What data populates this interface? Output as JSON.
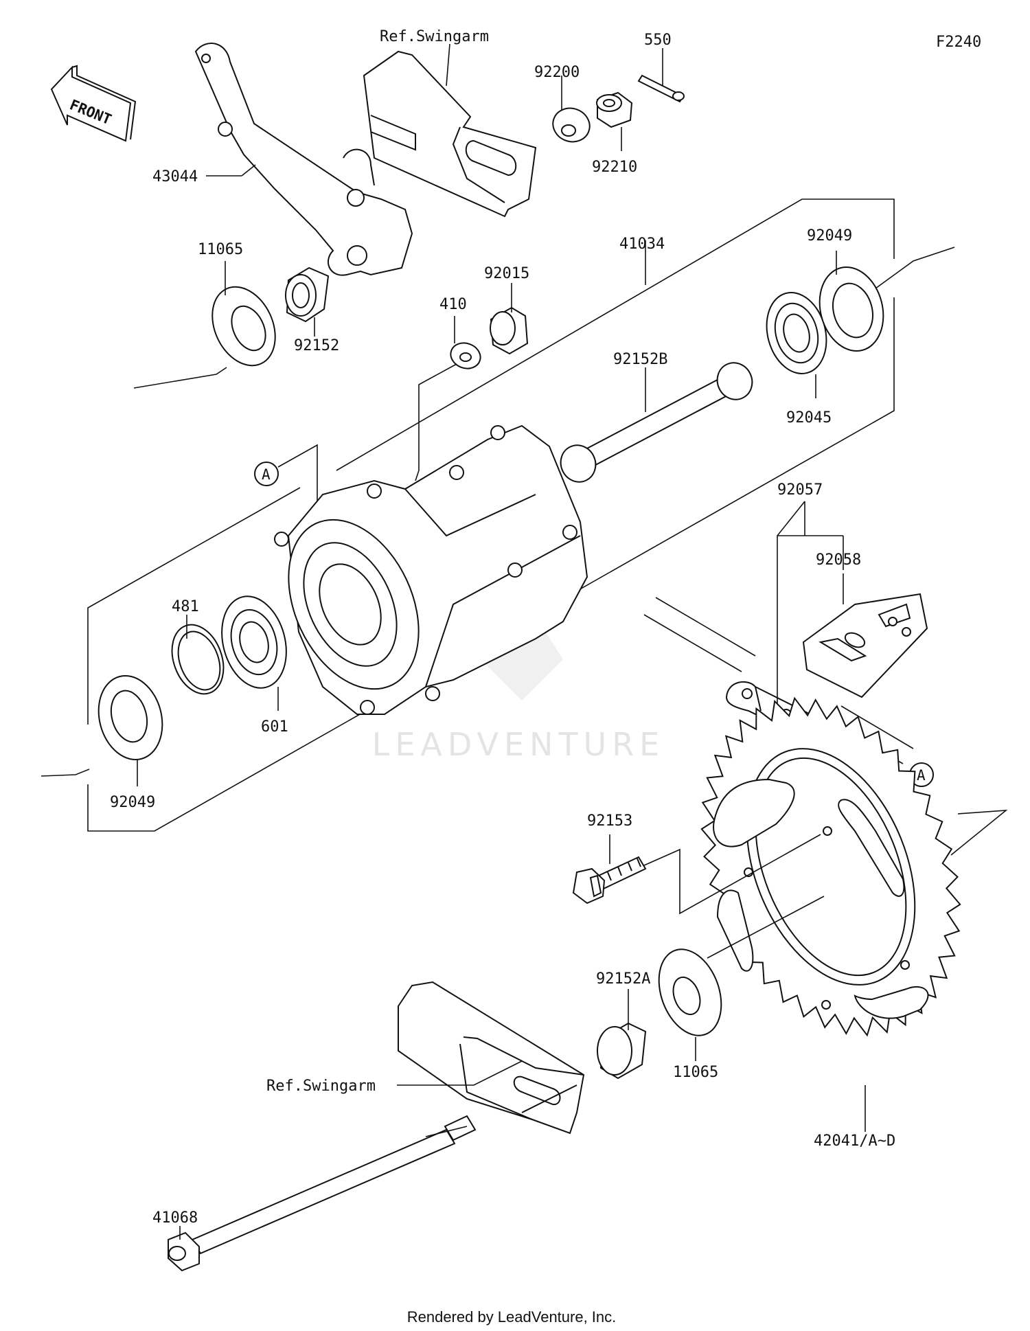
{
  "diagram_code": "F2240",
  "front_label": "FRONT",
  "ref_labels": {
    "swingarm_top": "Ref.Swingarm",
    "swingarm_bottom": "Ref.Swingarm"
  },
  "callouts": {
    "a_hub": "A",
    "a_sprocket": "A"
  },
  "parts": {
    "p550": "550",
    "p92200": "92200",
    "p92210": "92210",
    "p43044": "43044",
    "p11065_top": "11065",
    "p92152": "92152",
    "p41034": "41034",
    "p92049_top": "92049",
    "p92015": "92015",
    "p410": "410",
    "p92152B": "92152B",
    "p92045": "92045",
    "p92057": "92057",
    "p92058": "92058",
    "p481": "481",
    "p601": "601",
    "p92049_bottom": "92049",
    "p92153": "92153",
    "p92152A": "92152A",
    "p11065_bottom": "11065",
    "p42041": "42041/A~D",
    "p41068": "41068"
  },
  "watermark": "LEADVENTURE",
  "footer": "Rendered by LeadVenture, Inc."
}
